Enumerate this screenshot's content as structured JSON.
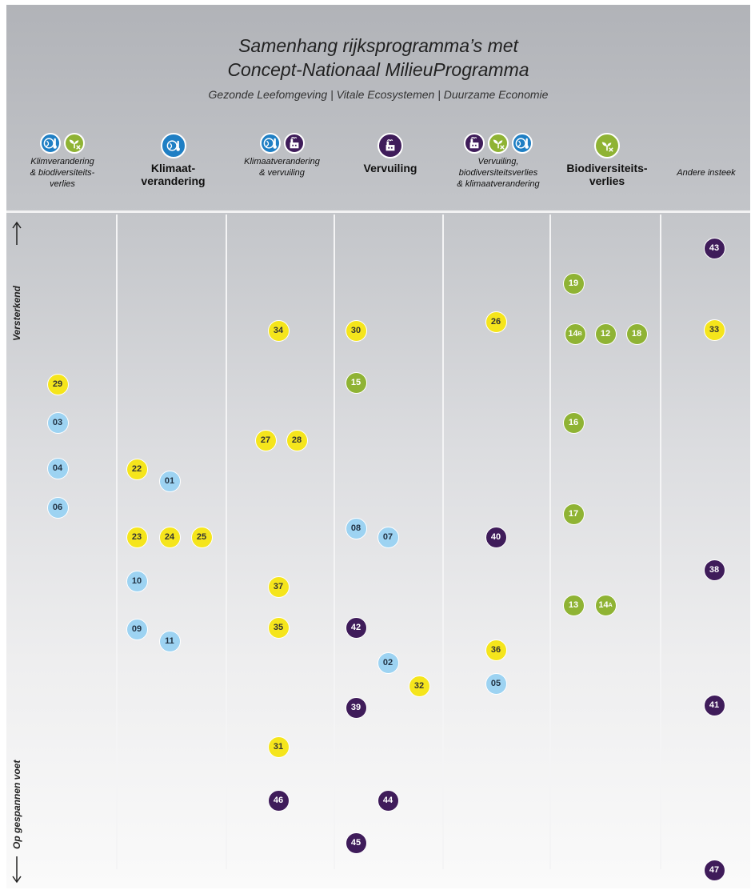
{
  "title_line1": "Samenhang rijksprogramma’s met",
  "title_line2": "Concept-Nationaal MilieuProgramma",
  "subtitle": "Gezonde Leefomgeving  |  Vitale Ecosystemen  |  Duurzame Economie",
  "theme_colors": {
    "klimaat": "#9dd3f2",
    "klimaat_icon": "#1f7fc4",
    "vervuiling": "#3f1c5a",
    "biodiversiteit": "#8fb334",
    "gecombineerd": "#f5e51c"
  },
  "axis": {
    "top_label": "Versterkend",
    "bottom_label": "Op gespannen voet"
  },
  "columns": [
    {
      "label": "Klimverandering\n& biodiversiteits-\nverlies",
      "icons": [
        "climate-icon",
        "biodiversity-icon"
      ]
    },
    {
      "label": "Klimaat-\nverandering",
      "icons": [
        "climate-icon"
      ]
    },
    {
      "label": "Klimaatverandering\n& vervuiling",
      "icons": [
        "climate-icon",
        "pollution-icon"
      ]
    },
    {
      "label": "Vervuiling",
      "icons": [
        "pollution-icon"
      ]
    },
    {
      "label": "Vervuiling,\nbiodiversiteitsverlies\n& klimaatverandering",
      "icons": [
        "pollution-icon",
        "biodiversity-icon",
        "climate-icon"
      ]
    },
    {
      "label": "Biodiversiteits-\nverlies",
      "icons": [
        "biodiversity-icon"
      ]
    },
    {
      "label": "Andere insteek",
      "icons": []
    }
  ],
  "programmes": [
    {
      "id": "29",
      "column": 0,
      "color": "yellow"
    },
    {
      "id": "03",
      "column": 0,
      "color": "blue"
    },
    {
      "id": "04",
      "column": 0,
      "color": "blue"
    },
    {
      "id": "06",
      "column": 0,
      "color": "blue"
    },
    {
      "id": "22",
      "column": 1,
      "color": "yellow"
    },
    {
      "id": "01",
      "column": 1,
      "color": "blue"
    },
    {
      "id": "23",
      "column": 1,
      "color": "yellow"
    },
    {
      "id": "24",
      "column": 1,
      "color": "yellow"
    },
    {
      "id": "25",
      "column": 1,
      "color": "yellow"
    },
    {
      "id": "10",
      "column": 1,
      "color": "blue"
    },
    {
      "id": "09",
      "column": 1,
      "color": "blue"
    },
    {
      "id": "11",
      "column": 1,
      "color": "blue"
    },
    {
      "id": "34",
      "column": 2,
      "color": "yellow"
    },
    {
      "id": "27",
      "column": 2,
      "color": "yellow"
    },
    {
      "id": "28",
      "column": 2,
      "color": "yellow"
    },
    {
      "id": "37",
      "column": 2,
      "color": "yellow"
    },
    {
      "id": "35",
      "column": 2,
      "color": "yellow"
    },
    {
      "id": "31",
      "column": 2,
      "color": "yellow"
    },
    {
      "id": "46",
      "column": 2,
      "color": "purple"
    },
    {
      "id": "30",
      "column": 3,
      "color": "yellow"
    },
    {
      "id": "15",
      "column": 3,
      "color": "green"
    },
    {
      "id": "08",
      "column": 3,
      "color": "blue"
    },
    {
      "id": "07",
      "column": 3,
      "color": "blue"
    },
    {
      "id": "42",
      "column": 3,
      "color": "purple"
    },
    {
      "id": "02",
      "column": 3,
      "color": "blue"
    },
    {
      "id": "32",
      "column": 3,
      "color": "yellow"
    },
    {
      "id": "39",
      "column": 3,
      "color": "purple"
    },
    {
      "id": "44",
      "column": 3,
      "color": "purple"
    },
    {
      "id": "45",
      "column": 3,
      "color": "purple"
    },
    {
      "id": "26",
      "column": 4,
      "color": "yellow"
    },
    {
      "id": "40",
      "column": 4,
      "color": "purple"
    },
    {
      "id": "36",
      "column": 4,
      "color": "yellow"
    },
    {
      "id": "05",
      "column": 4,
      "color": "blue"
    },
    {
      "id": "19",
      "column": 5,
      "color": "green"
    },
    {
      "id": "14B",
      "column": 5,
      "color": "green"
    },
    {
      "id": "12",
      "column": 5,
      "color": "green"
    },
    {
      "id": "18",
      "column": 5,
      "color": "green"
    },
    {
      "id": "16",
      "column": 5,
      "color": "green"
    },
    {
      "id": "17",
      "column": 5,
      "color": "green"
    },
    {
      "id": "13",
      "column": 5,
      "color": "green"
    },
    {
      "id": "14A",
      "column": 5,
      "color": "green"
    },
    {
      "id": "43",
      "column": 6,
      "color": "purple"
    },
    {
      "id": "33",
      "column": 6,
      "color": "yellow"
    },
    {
      "id": "38",
      "column": 6,
      "color": "purple"
    },
    {
      "id": "41",
      "column": 6,
      "color": "purple"
    },
    {
      "id": "47",
      "column": 6,
      "color": "purple"
    }
  ]
}
